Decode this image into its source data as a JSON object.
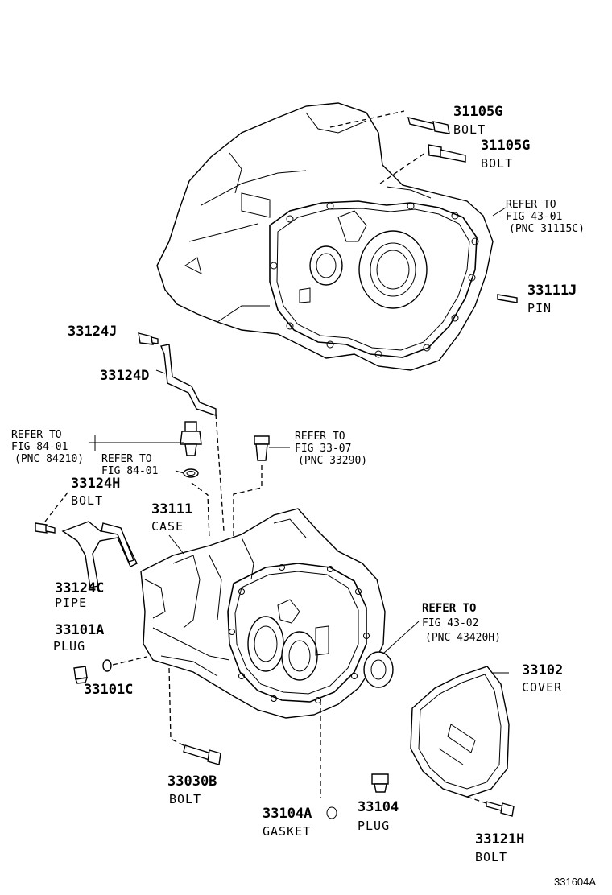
{
  "parts": [
    {
      "id": "p31105g1",
      "number": "31105G",
      "name": "BOLT"
    },
    {
      "id": "p31105g2",
      "number": "31105G",
      "name": "BOLT"
    },
    {
      "id": "p33111j",
      "number": "33111J",
      "name": "PIN"
    },
    {
      "id": "p33124j",
      "number": "33124J",
      "name": ""
    },
    {
      "id": "p33124d",
      "number": "33124D",
      "name": ""
    },
    {
      "id": "p33124h",
      "number": "33124H",
      "name": "BOLT"
    },
    {
      "id": "p33111",
      "number": "33111",
      "name": "CASE"
    },
    {
      "id": "p33124c",
      "number": "33124C",
      "name": "PIPE"
    },
    {
      "id": "p33101a",
      "number": "33101A",
      "name": "PLUG"
    },
    {
      "id": "p33101c",
      "number": "33101C",
      "name": ""
    },
    {
      "id": "p33102",
      "number": "33102",
      "name": "COVER"
    },
    {
      "id": "p33030b",
      "number": "33030B",
      "name": "BOLT"
    },
    {
      "id": "p33104a",
      "number": "33104A",
      "name": "GASKET"
    },
    {
      "id": "p33104",
      "number": "33104",
      "name": "PLUG"
    },
    {
      "id": "p33121h",
      "number": "33121H",
      "name": "BOLT"
    }
  ],
  "refs": {
    "r4301": {
      "l1": "REFER TO",
      "l2": "FIG 43-01",
      "l3": "(PNC 31115C)"
    },
    "r8401a": {
      "l1": "REFER TO",
      "l2": "FIG 84-01",
      "l3": "(PNC 84210)"
    },
    "r8401b": {
      "l1": "REFER TO",
      "l2": "FIG 84-01"
    },
    "r3307": {
      "l1": "REFER TO",
      "l2": "FIG 33-07",
      "l3": "(PNC 33290)"
    },
    "r4302": {
      "l1": "REFER TO",
      "l2": "FIG 43-02",
      "l3": "(PNC 43420H)"
    }
  },
  "figure_id": "331604A"
}
